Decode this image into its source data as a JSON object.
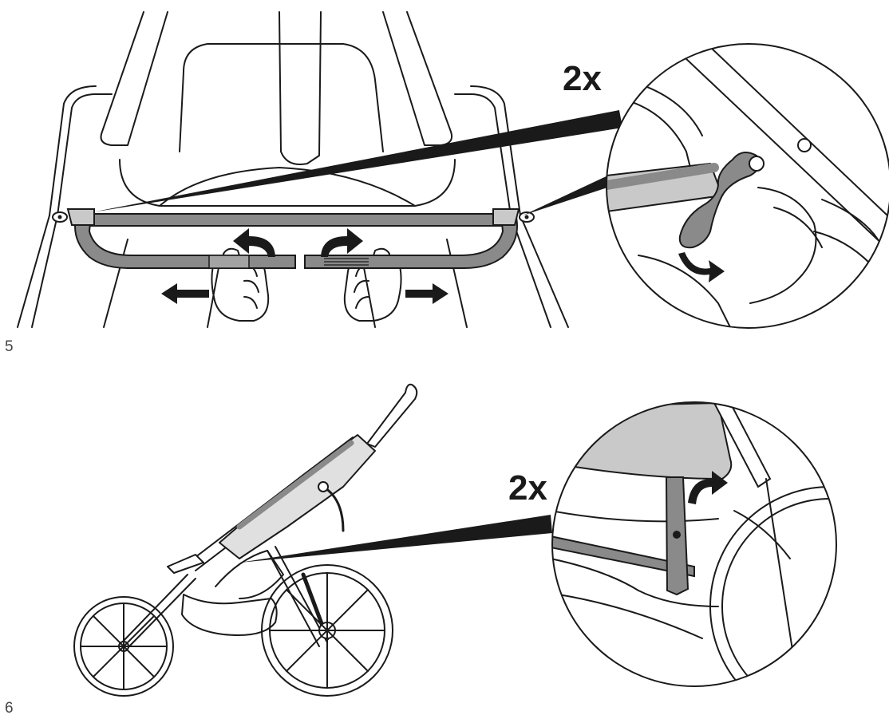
{
  "steps": [
    {
      "number": "5",
      "multiplier": "2x"
    },
    {
      "number": "6",
      "multiplier": "2x"
    }
  ],
  "icons": {
    "step5_overview": "stroller-front-bumper-bar-icon",
    "step5_detail": "strap-loop-detail-icon",
    "step6_overview": "stroller-side-view-icon",
    "step6_detail": "seat-strap-detail-icon"
  },
  "colors": {
    "line": "#1a1a1a",
    "part": "#8a8a8a",
    "shade": "#c9c9c9",
    "background": "#ffffff"
  }
}
